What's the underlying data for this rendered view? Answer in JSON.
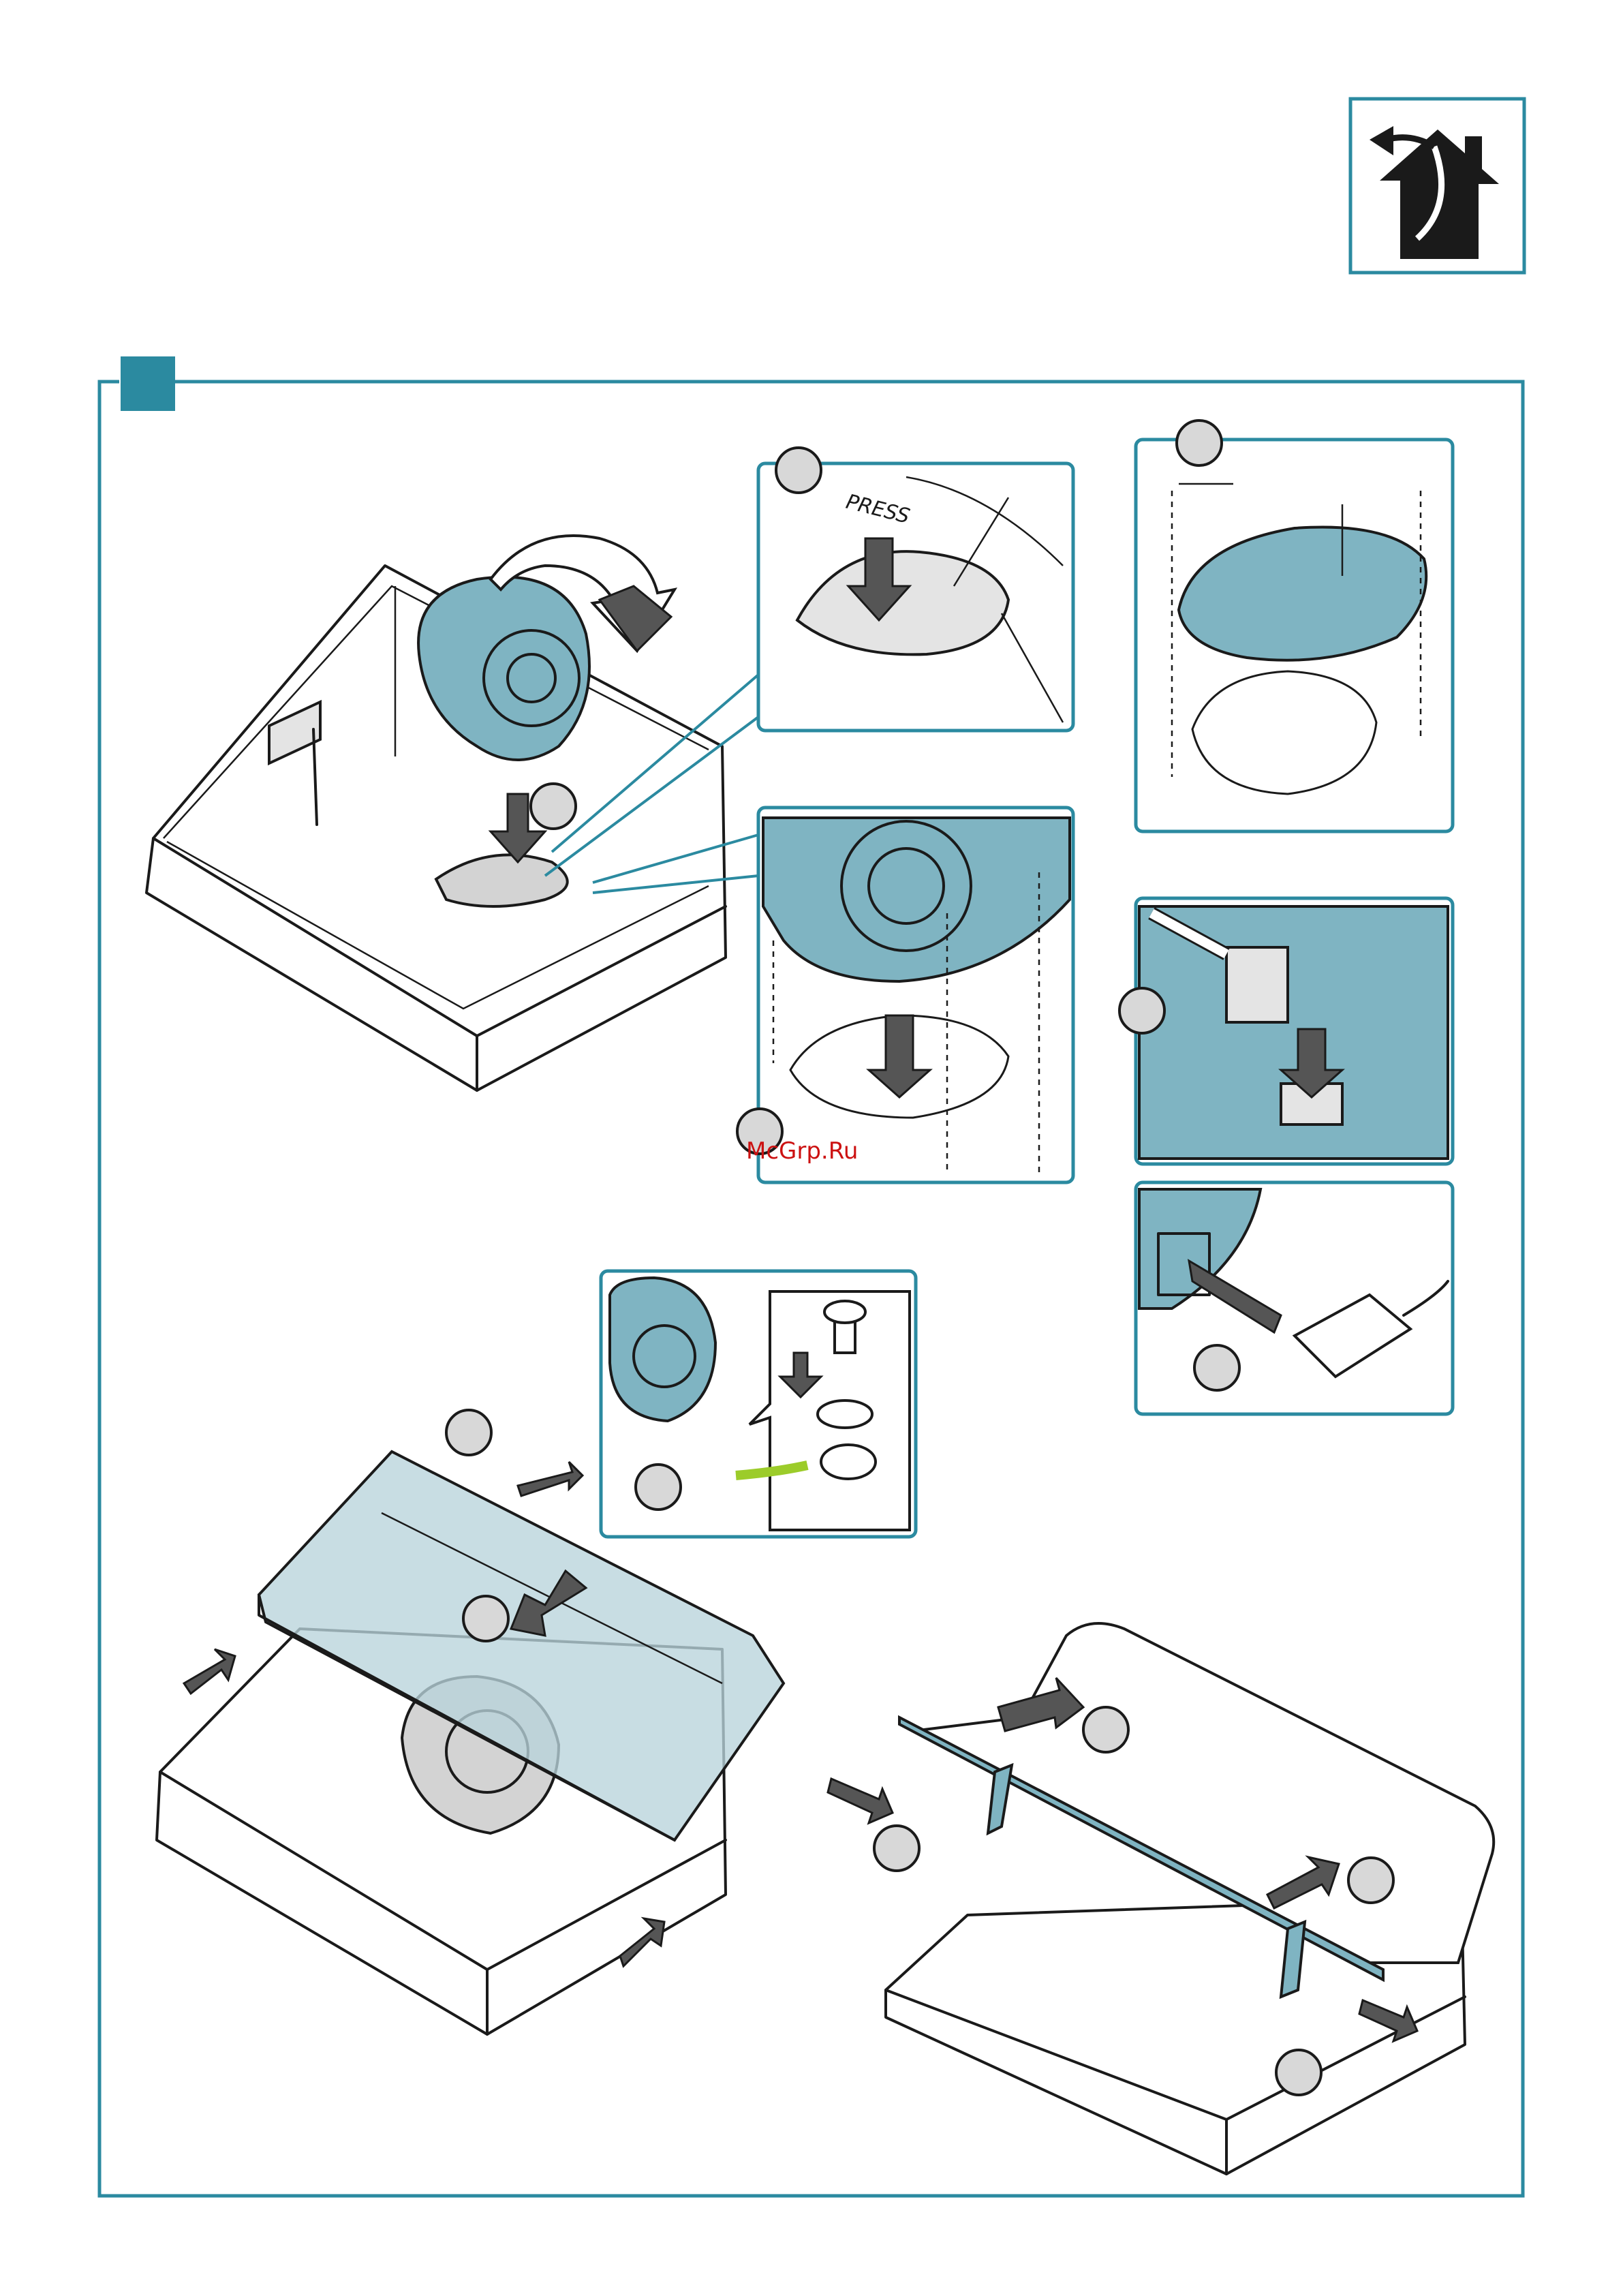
{
  "labels": {
    "press": "PRESS",
    "watermark": "McGrp.Ru"
  },
  "colors": {
    "accent": "#2b8aa0",
    "part_teal": "#7fb4c2",
    "glass": "#b8d3db",
    "house_icon": "#1a1a1a"
  },
  "icons": {
    "header_icon": "house-with-rotate-arrow-icon",
    "section_marker": "teal-square-marker-icon"
  },
  "step_markers": 14
}
